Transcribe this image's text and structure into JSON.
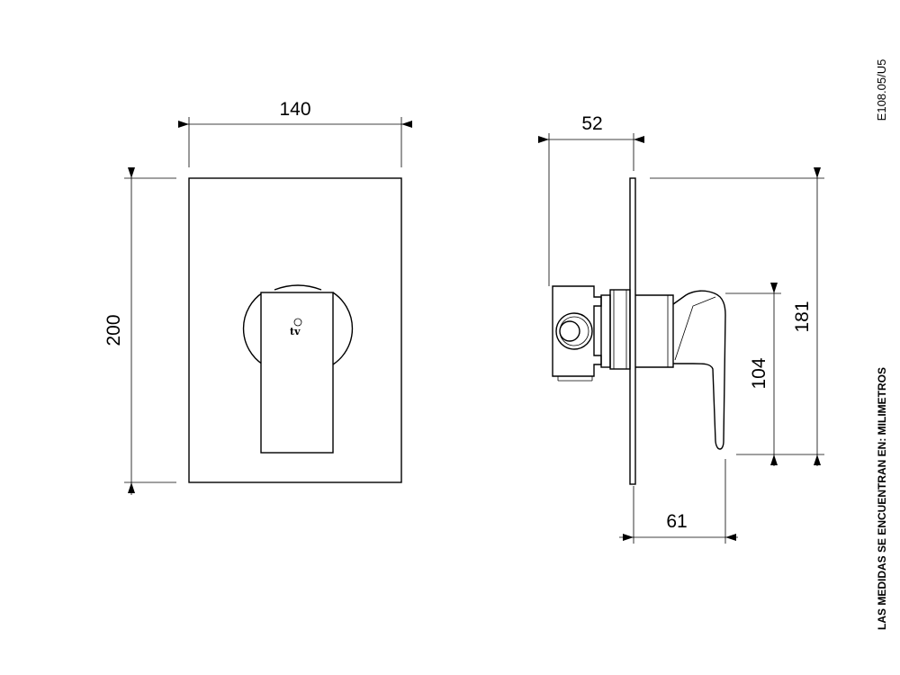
{
  "drawing_code": "E108.05/U5",
  "units_note": "LAS MEDIDAS SE ENCUENTRAN EN: MILIMETROS",
  "logo": "tv",
  "front_view": {
    "width_dim": "140",
    "height_dim": "200"
  },
  "side_view": {
    "body_depth_dim": "52",
    "overall_height_dim": "181",
    "handle_height_dim": "104",
    "handle_projection_dim": "61"
  }
}
